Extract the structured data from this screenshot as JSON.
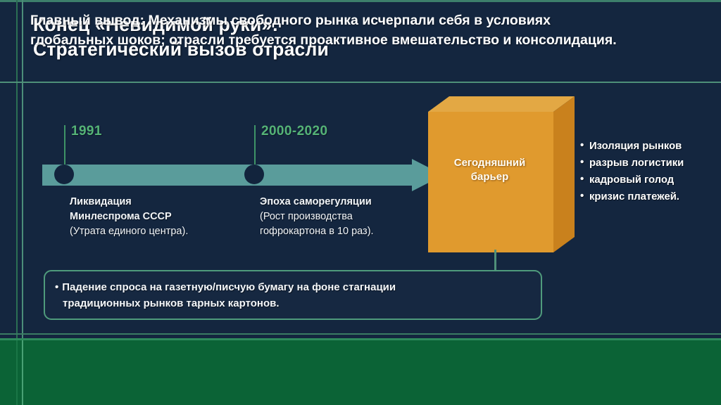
{
  "colors": {
    "background": "#14263f",
    "grid_line": "#4f9079",
    "accent_green": "#55b377",
    "arrow_teal": "#5a9c9b",
    "barrier_orange": "#e09a2e",
    "banner_green": "#0b6336",
    "text_white": "#ffffff"
  },
  "title": {
    "line1": "Конец «Невидимой руки»:",
    "line2": "Стратегический вызов отрасли"
  },
  "timeline": {
    "milestones": [
      {
        "date": "1991",
        "heading_line1": "Ликвидация",
        "heading_line2": "Минлеспрома СССР",
        "note": "(Утрата единого центра)."
      },
      {
        "date": "2000-2020",
        "heading_line1": "Эпоха саморегуляции",
        "heading_line2": "",
        "note_line1": "(Рост производства",
        "note_line2": "гофрокартона в 10 раз)."
      }
    ],
    "arrow_icon": "right-arrow-icon"
  },
  "barrier": {
    "label_line1": "Сегодняшний",
    "label_line2": "барьер",
    "icon": "cube-3d-icon"
  },
  "impacts": {
    "items": [
      "Изоляция рынков",
      "разрыв логистики",
      "кадровый голод",
      "кризис платежей."
    ]
  },
  "callout": {
    "bullet": "•",
    "line1": "Падение спроса на газетную/писчую бумагу на фоне стагнации",
    "line2": "традиционных рынков тарных картонов."
  },
  "banner": {
    "lead": "Главный вывод:",
    "line1_rest": " Механизмы свободного рынка исчерпали себя в условиях",
    "line2": "глобальных шоков; отрасли требуется проактивное вмешательство и консолидация."
  }
}
